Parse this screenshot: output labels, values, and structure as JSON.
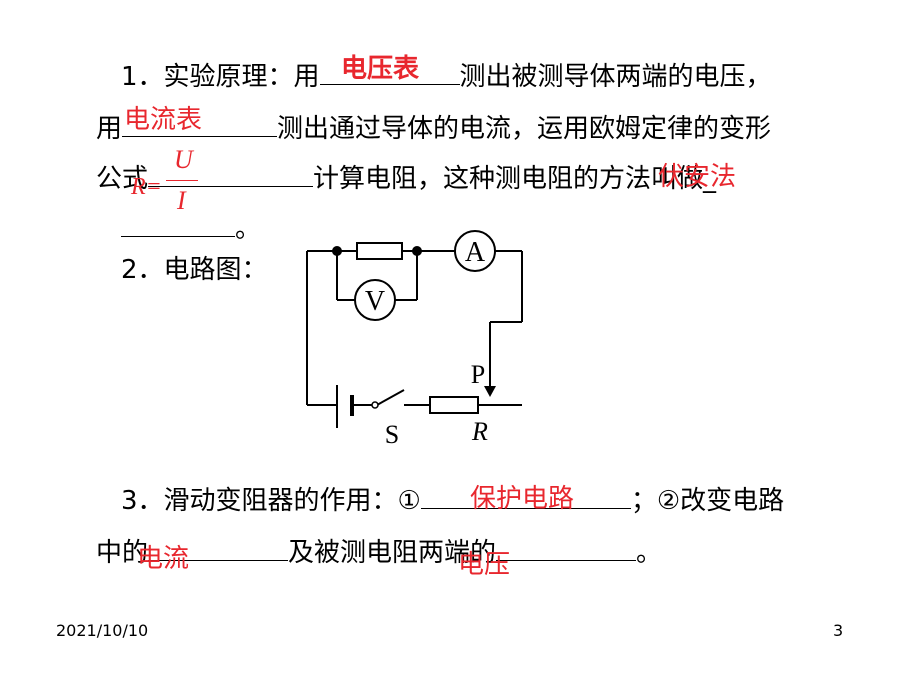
{
  "item1": {
    "line1_prefix": "1．实验原理：用",
    "line1_suffix": "测出被测导体两端的电压，",
    "line2_prefix": "用",
    "line2_suffix": "测出通过导体的电流，运用欧姆定律的变形",
    "line3_prefix": "公式",
    "line3_suffix": "计算电阻，这种测电阻的方法叫做",
    "line3_tail": "_",
    "line4_suffix": "。",
    "answer_voltmeter": "电压表",
    "answer_ammeter": "电流表",
    "answer_formula_lhs": "R=",
    "answer_formula_num": "U",
    "answer_formula_den": "I",
    "answer_method": "伏安法"
  },
  "item2": {
    "label": "2．电路图：",
    "meter_a": "A",
    "meter_v": "V",
    "slider_label": "P",
    "switch_label": "S",
    "rheostat_label": "R"
  },
  "item3": {
    "line1_prefix": "3．滑动变阻器的作用：①",
    "line1_mid": "；②改变电路",
    "line2_prefix": "中的",
    "line2_mid": "及被测电阻两端的",
    "line2_suffix": "。",
    "answer_protect": "保护电路",
    "answer_current": "电流",
    "answer_voltage": "电压"
  },
  "footer": {
    "date": "2021/10/10",
    "page": "3"
  },
  "colors": {
    "answer": "#e8272e",
    "text": "#000000"
  }
}
